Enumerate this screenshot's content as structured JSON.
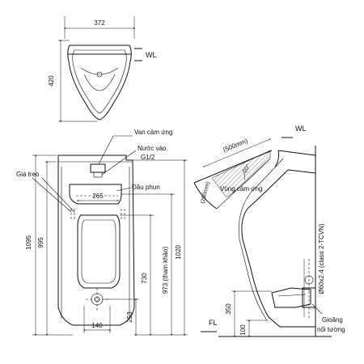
{
  "top_view": {
    "width_label": "372",
    "depth_label": "420",
    "water_level_label": "WL"
  },
  "front_view": {
    "callout_sensor_valve": "Van cảm ứng",
    "callout_water_inlet_line1": "Nước vào",
    "callout_water_inlet_line2": "G1/2",
    "callout_hanger": "Giá treo",
    "callout_spray_head": "Đầu phun",
    "dim_spray_width": "265",
    "dim_total_height": "1095",
    "dim_height_995": "995",
    "dim_height_1020": "1020",
    "dim_height_973": "973 (tham khảo)",
    "dim_height_730": "730",
    "dim_height_253": "253",
    "dim_outlet_width": "140"
  },
  "side_view": {
    "water_level_label": "WL",
    "floor_level_label": "FL",
    "dim_sensor_range": "(500mm)",
    "dim_angle": "20°",
    "dim_sensor_depth": "(200mm)",
    "sensing_zone_label": "Vùng cảm ứng",
    "dim_outlet_pipe": "Ø60x2.4 (class 2-TCVN)",
    "dim_height_350": "350",
    "dim_height_100": "100",
    "callout_gasket_line1": "Gioăng",
    "callout_gasket_line2": "nối tường"
  }
}
